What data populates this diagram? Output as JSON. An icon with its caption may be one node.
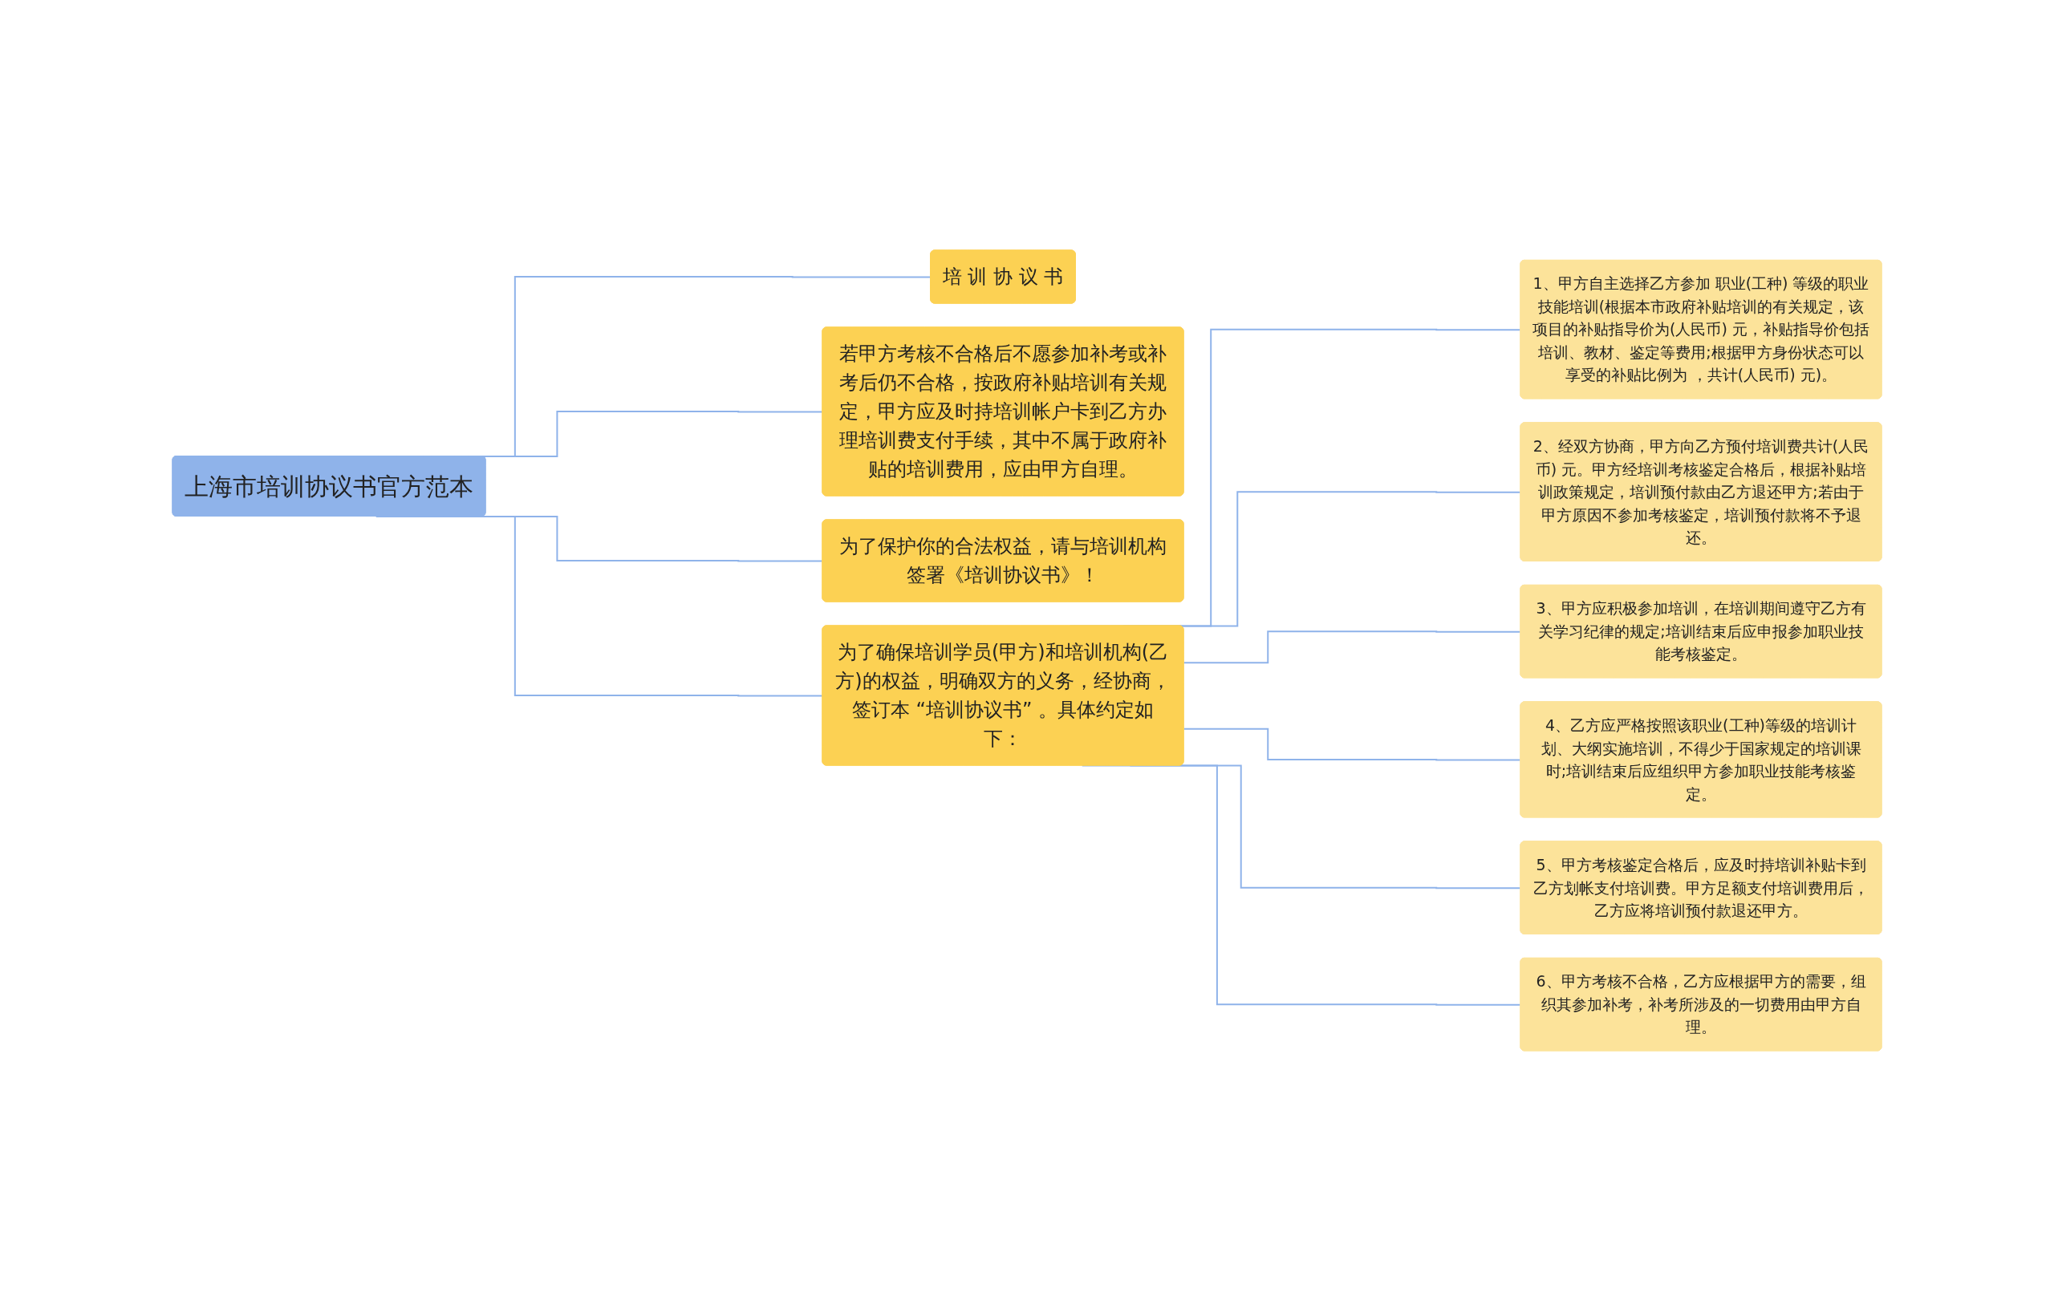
{
  "diagram": {
    "nodes": [
      {
        "text": [
          "上海市培训协议书官方范本"
        ]
      },
      {
        "text": [
          "培 训 协 议 书"
        ]
      },
      {
        "text": [
          "若甲方考核不合格后不愿参加补考或补考后仍不合格，按政府补贴培训有关规定，甲方应及时持培训帐户卡到乙方办理培训费支付手续，其中不属于政府补贴的培训费用，应由甲方自理。"
        ]
      },
      {
        "text": [
          "为了保护你的合法权益，请与培训机构签署《培训协议书》！"
        ]
      },
      {
        "text": [
          "为了确保培训学员(甲方)和培训机构(乙方)的权益，明确双方的义务，经协商，签订本 “培训协议书” 。具体约定如下："
        ]
      },
      {
        "text": [
          "1、甲方自主选择乙方参加 职业(工种) 等级的职业技能培训(根据本市政府补贴培训的有关规定，该项目的补贴指导价为(人民币) 元，补贴指导价包括培训、教材、鉴定等费用;根据甲方身份状态可以享受的补贴比例为 ，共计(人民币) 元)。"
        ]
      },
      {
        "text": [
          "2、经双方协商，甲方向乙方预付培训费共计(人民币) 元。甲方经培训考核鉴定合格后，根据补贴培训政策规定，培训预付款由乙方退还甲方;若由于甲方原因不参加考核鉴定，培训预付款将不予退还。"
        ]
      },
      {
        "text": [
          "3、甲方应积极参加培训，在培训期间遵守乙方有关学习纪律的规定;培训结束后应申报参加职业技能考核鉴定。"
        ]
      },
      {
        "text": [
          "4、乙方应严格按照该职业(工种)等级的培训计划、大纲实施培训，不得少于国家规定的培训课时;培训结束后应组织甲方参加职业技能考核鉴定。"
        ]
      },
      {
        "text": [
          "5、甲方考核鉴定合格后，应及时持培训补贴卡到乙方划帐支付培训费。甲方足额支付培训费用后，乙方应将培训预付款退还甲方。"
        ]
      },
      {
        "text": [
          "6、甲方考核不合格，乙方应根据甲方的需要，组织其参加补考，补考所涉及的一切费用由甲方自理。"
        ]
      }
    ],
    "edges": [
      {
        "from": 0,
        "to": 1,
        "arrow": "none"
      },
      {
        "from": 0,
        "to": 2,
        "arrow": "none"
      },
      {
        "from": 0,
        "to": 3,
        "arrow": "none"
      },
      {
        "from": 0,
        "to": 4,
        "arrow": "none"
      },
      {
        "from": 4,
        "to": 5,
        "arrow": "none"
      },
      {
        "from": 4,
        "to": 6,
        "arrow": "none"
      },
      {
        "from": 4,
        "to": 7,
        "arrow": "none"
      },
      {
        "from": 4,
        "to": 8,
        "arrow": "none"
      },
      {
        "from": 4,
        "to": 9,
        "arrow": "none"
      },
      {
        "from": 4,
        "to": 10,
        "arrow": "none"
      }
    ]
  }
}
